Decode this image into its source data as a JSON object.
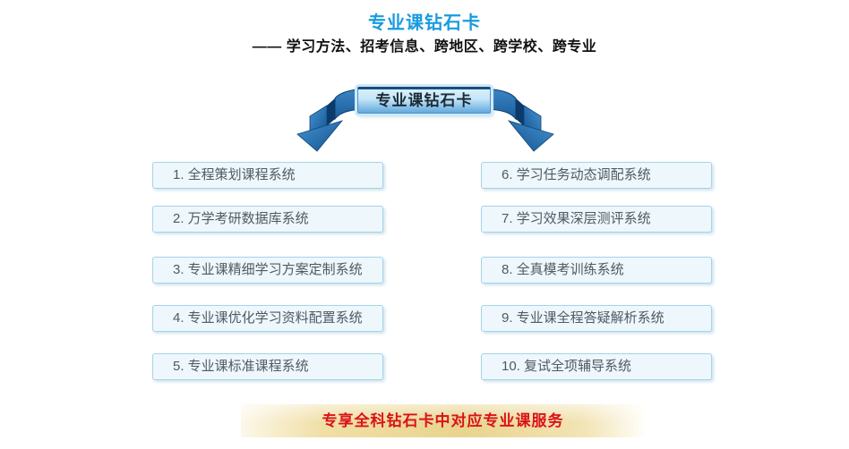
{
  "header": {
    "title": "专业课钻石卡",
    "subtitle": "—— 学习方法、招考信息、跨地区、跨学校、跨专业"
  },
  "diagram": {
    "banner_label": "专业课钻石卡",
    "left_items": [
      "1. 全程策划课程系统",
      "2. 万学考研数据库系统",
      "3. 专业课精细学习方案定制系统",
      "4. 专业课优化学习资料配置系统",
      "5. 专业课标准课程系统"
    ],
    "right_items": [
      "6. 学习任务动态调配系统",
      "7. 学习效果深层测评系统",
      "8. 全真模考训练系统",
      "9. 专业课全程答疑解析系统",
      "10. 复试全项辅导系统"
    ]
  },
  "footer": {
    "label": "专享全科钻石卡中对应专业课服务"
  },
  "colors": {
    "title_blue": "#189bdf",
    "subtitle_black": "#111111",
    "box_border": "#a5d3e9",
    "box_background": "#eef7fb",
    "box_text": "#4e5b64",
    "ribbon_blue_dark": "#15518e",
    "ribbon_blue_light": "#4394d2",
    "banner_gradient_top": "#d8effc",
    "banner_gradient_bottom": "#62a9dd",
    "footer_gold": "#e9d48e",
    "footer_text_red": "#da1318"
  }
}
